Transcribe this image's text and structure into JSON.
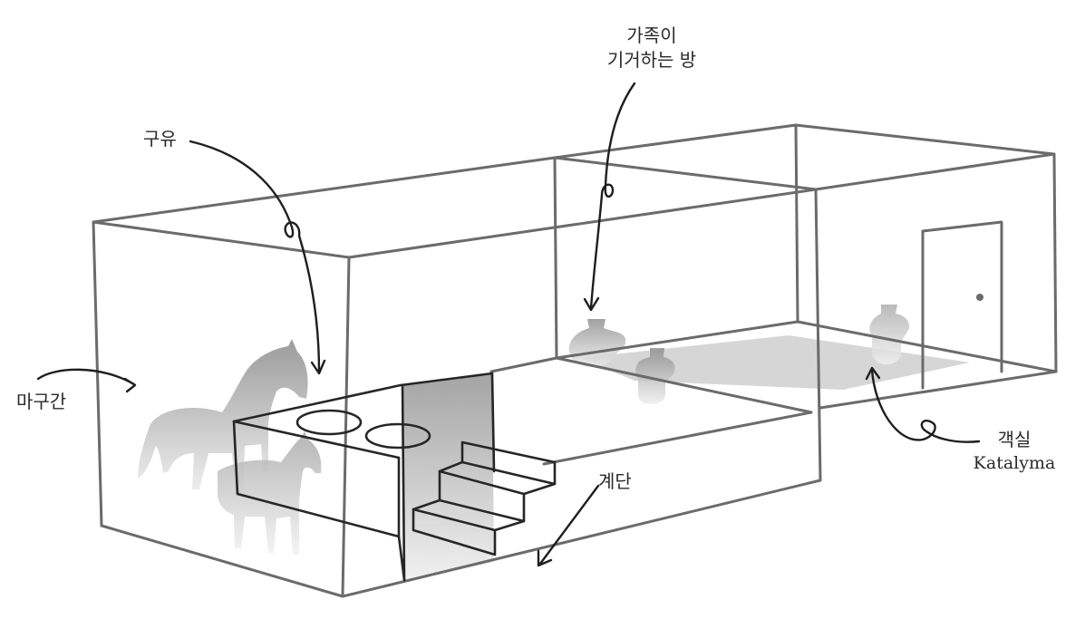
{
  "labels": {
    "family_room_line1": "가족이",
    "family_room_line2": "기거하는 방",
    "manger": "구유",
    "stable": "마구간",
    "stairs": "계단",
    "guest_room": "객실",
    "guest_room_greek": "Katalyma"
  },
  "colors": {
    "line": "#6b6b6b",
    "dark_line": "#262626",
    "ink": "#2a2a2a",
    "shadow": "#b8b8b8"
  }
}
